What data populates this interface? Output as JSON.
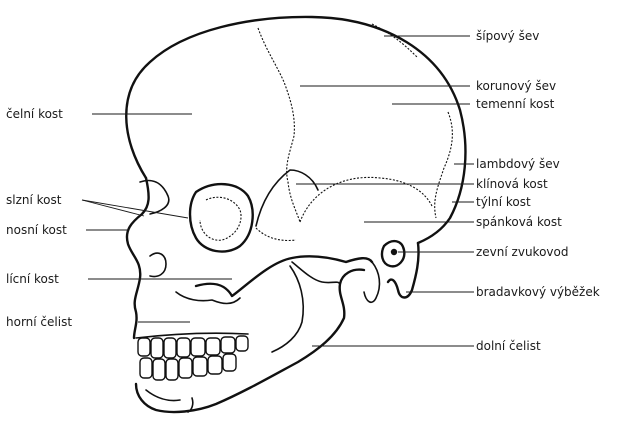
{
  "labels": {
    "sipovy_sev": "šípový šev",
    "korunovy_sev": "korunový šev",
    "temenni_kost": "temenní kost",
    "celni_kost": "čelní kost",
    "lambdovy_sev": "lambdový šev",
    "klinova_kost": "klínová kost",
    "tylni_kost": "týlní kost",
    "slzni_kost": "slzní kost",
    "spankova_kost": "spánková kost",
    "nosni_kost": "nosní kost",
    "zevni_zvukovod": "zevní zvukovod",
    "licni_kost": "lícní kost",
    "bradavkovy_vybezek": "bradavkový výběžek",
    "horni_celist": "horní čelist",
    "dolni_celist": "dolní čelist"
  }
}
